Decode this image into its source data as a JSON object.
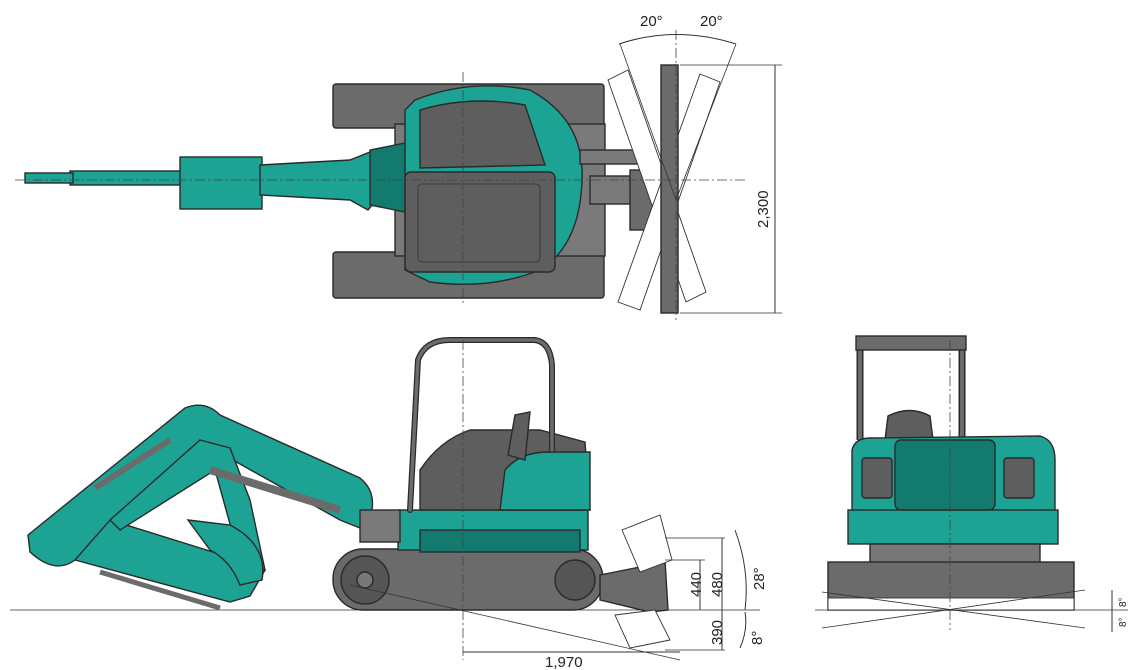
{
  "colors": {
    "body_teal": "#1ca394",
    "teal_dark": "#127a6e",
    "track_gray": "#6b6b6b",
    "cab_gray": "#5e5e5e",
    "outline": "#2a2a2a",
    "background": "#ffffff"
  },
  "top_view": {
    "swing_left_angle": "20°",
    "swing_right_angle": "20°",
    "blade_width": "2,300"
  },
  "side_view": {
    "blade_lift_height": "440",
    "blade_height": "480",
    "blade_drop_depth": "390",
    "blade_lift_angle": "28°",
    "blade_drop_angle": "8°",
    "blade_reach": "1,970"
  },
  "rear_view": {
    "tilt_label_upper": "8°",
    "tilt_label_lower": "8°"
  }
}
